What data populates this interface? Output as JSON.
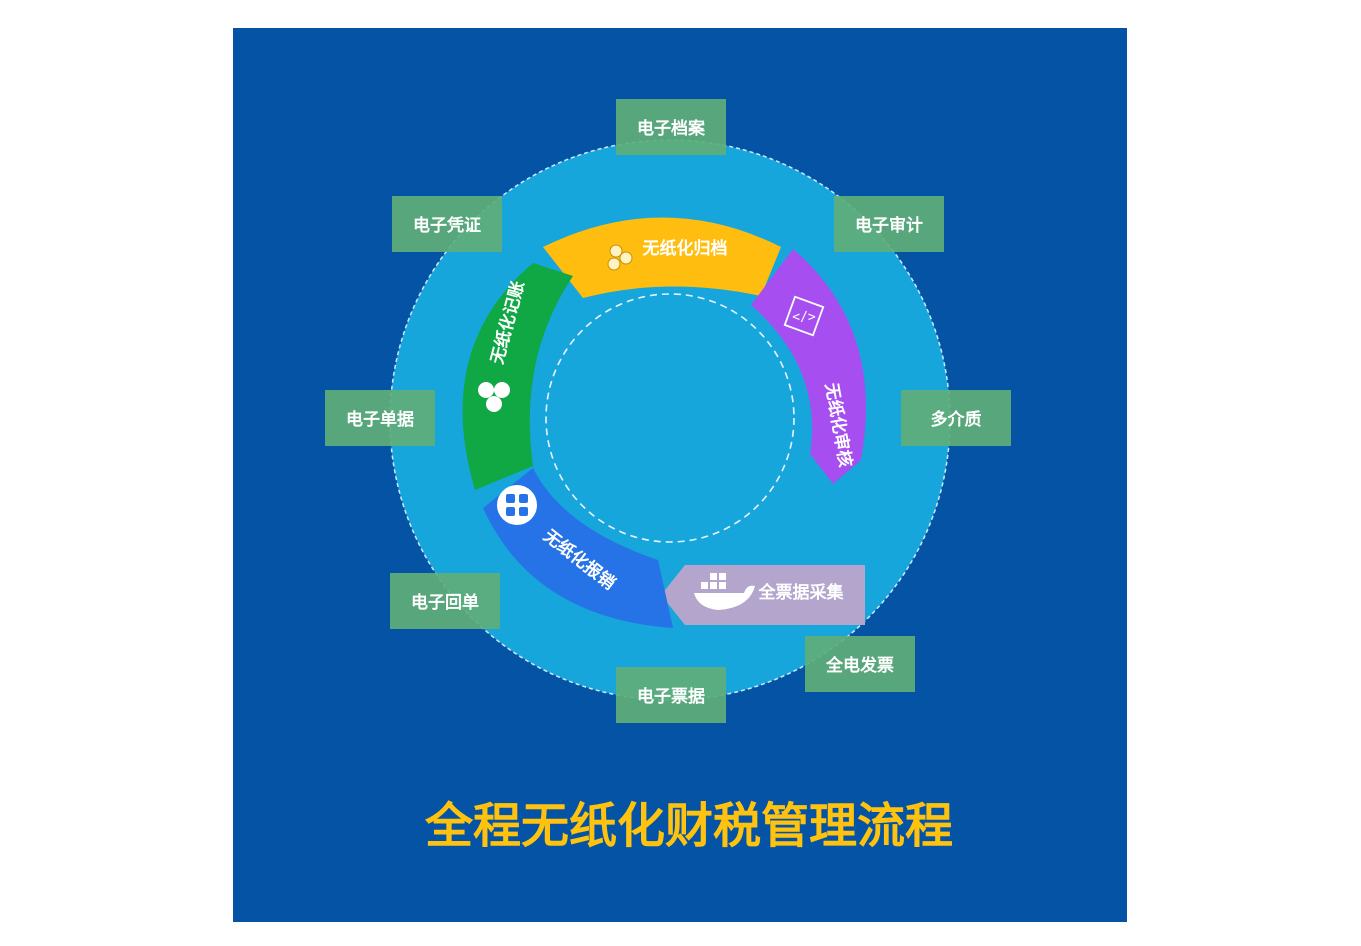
{
  "title": "全程无纸化财税管理流程",
  "colors": {
    "background": "#0553a5",
    "outer_ring": "#17a6dc",
    "tag_fill": "#5fae78",
    "title": "#ffc20e"
  },
  "stages": [
    {
      "label": "无纸化归档",
      "color": "#ffbe0f",
      "icon": "coins-icon"
    },
    {
      "label": "无纸化审核",
      "color": "#a64ef0",
      "icon": "code-icon"
    },
    {
      "label": "全票据采集",
      "color": "#b3a5cc",
      "icon": "docker-whale-icon"
    },
    {
      "label": "无纸化报销",
      "color": "#2573e6",
      "icon": "grid-icon"
    },
    {
      "label": "无纸化记账",
      "color": "#0fa845",
      "icon": "hexagons-icon"
    }
  ],
  "tags": [
    {
      "label": "电子档案"
    },
    {
      "label": "电子审计"
    },
    {
      "label": "多介质"
    },
    {
      "label": "全电发票"
    },
    {
      "label": "电子票据"
    },
    {
      "label": "电子回单"
    },
    {
      "label": "电子单据"
    },
    {
      "label": "电子凭证"
    }
  ]
}
